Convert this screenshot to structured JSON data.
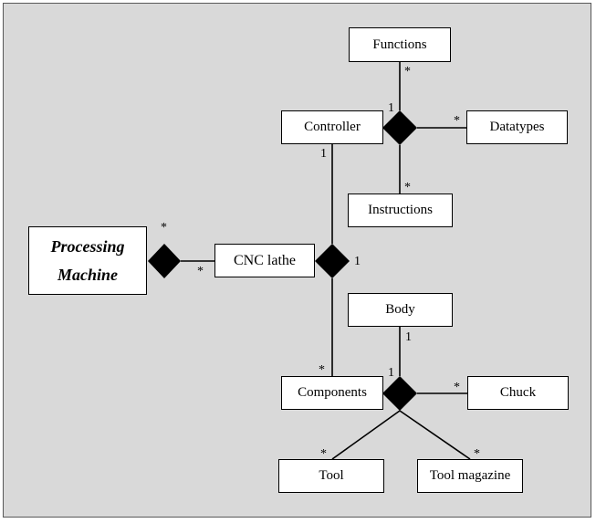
{
  "classes": {
    "functions": "Functions",
    "controller": "Controller",
    "datatypes": "Datatypes",
    "instructions": "Instructions",
    "processing_machine_line1": "Processing",
    "processing_machine_line2": "Machine",
    "cnc_lathe": "CNC lathe",
    "body": "Body",
    "components": "Components",
    "chuck": "Chuck",
    "tool": "Tool",
    "tool_magazine": "Tool magazine"
  },
  "multiplicities": {
    "functions_end": "*",
    "controller_end_top": "1",
    "datatypes_end": "*",
    "instructions_end": "*",
    "controller_end_bottom": "1",
    "processing_machine_end": "*",
    "cnc_lathe_end": "*",
    "cnc_aggregation_end": "1",
    "body_end": "1",
    "components_end_top": "1",
    "components_end_left": "*",
    "chuck_end": "*",
    "tool_end": "*",
    "tool_magazine_end": "*"
  },
  "colors": {
    "background": "#d9d9d9",
    "border": "#595959",
    "line": "#000000",
    "box_fill": "#ffffff"
  }
}
